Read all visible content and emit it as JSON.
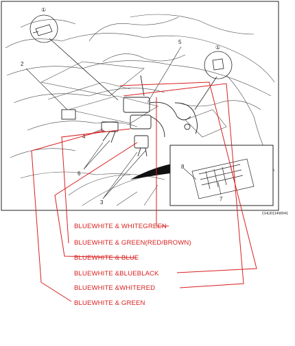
{
  "diagram": {
    "callouts": [
      "①",
      "2",
      "5",
      "①",
      "4",
      "6",
      "3",
      "8",
      "7"
    ],
    "figure_code": "CHU0114W041",
    "labels": [
      "BLUEWHITE & WHITEGREEN",
      "BLUEWHITE & GREEN(RED/BROWN)",
      "BLUEWHITE & BLUE",
      "BLUEWHITE &BLUEBLACK",
      "BLUEWHITE &WHITERED",
      "BLUEWHITE & GREEN"
    ]
  },
  "colors": {
    "wire": "#d81e1e",
    "drawing": "#222222"
  }
}
